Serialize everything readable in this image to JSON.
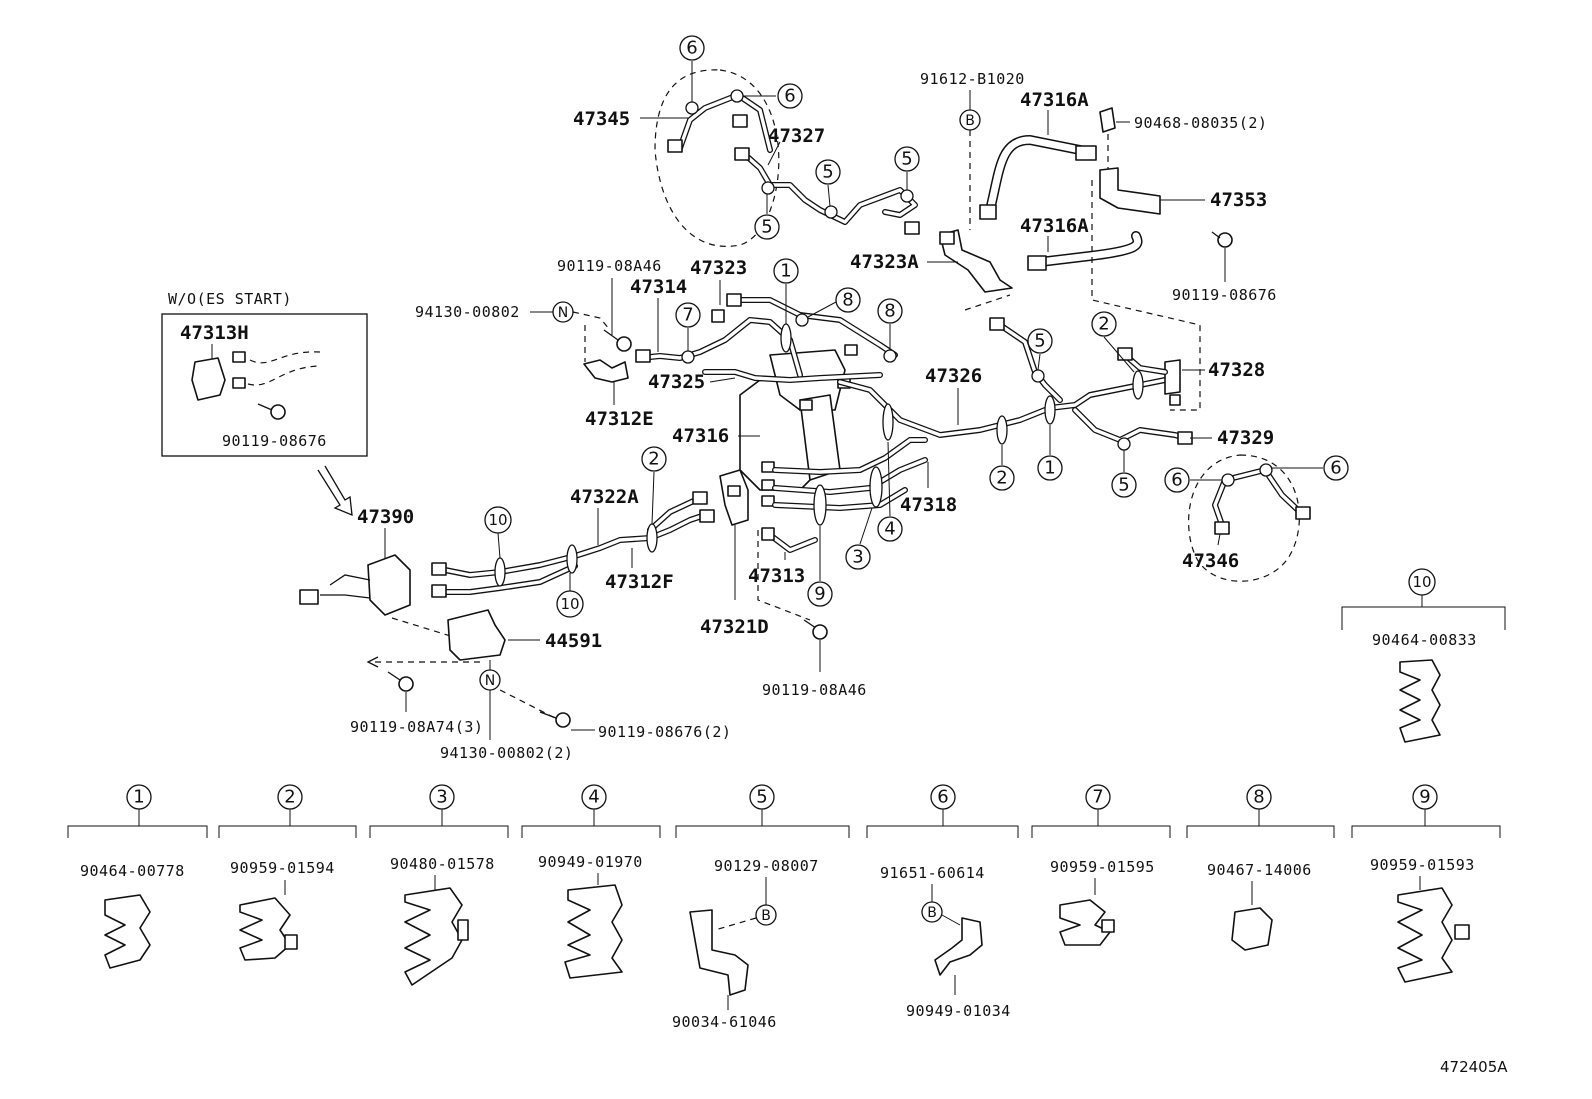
{
  "labels": {
    "p47345": "47345",
    "p47327": "47327",
    "p91612": "91612-B1020",
    "p47316a1": "47316A",
    "p90468": "90468-08035(2)",
    "p47353": "47353",
    "p47323a": "47323A",
    "p47316a2": "47316A",
    "p90119_08676_r": "90119-08676",
    "p90119_08a46_t": "90119-08A46",
    "p47323": "47323",
    "p47314": "47314",
    "p94130": "94130-00802",
    "p47325": "47325",
    "p47312e": "47312E",
    "p47326": "47326",
    "p47328": "47328",
    "p47316": "47316",
    "p47329": "47329",
    "p47318": "47318",
    "p47322a": "47322A",
    "p47312f": "47312F",
    "p47390": "47390",
    "p47313": "47313",
    "p47321d": "47321D",
    "p47346": "47346",
    "p44591": "44591",
    "p90119_08a46_b": "90119-08A46",
    "p90119_08a74": "90119-08A74(3)",
    "p90119_08676_2": "90119-08676(2)",
    "p94130_2": "94130-00802(2)",
    "inset_title": "W/O(ES START)",
    "inset_part": "47313H",
    "inset_bolt": "90119-08676",
    "b_marker": "B",
    "n_marker": "N",
    "diagram_id": "472405A"
  },
  "legend": [
    {
      "num": "1",
      "part": "90464-00778"
    },
    {
      "num": "2",
      "part": "90959-01594"
    },
    {
      "num": "3",
      "part": "90480-01578"
    },
    {
      "num": "4",
      "part": "90949-01970"
    },
    {
      "num": "5",
      "part": "90129-08007",
      "extra": "90034-61046"
    },
    {
      "num": "6",
      "part": "91651-60614",
      "extra": "90949-01034"
    },
    {
      "num": "7",
      "part": "90959-01595"
    },
    {
      "num": "8",
      "part": "90467-14006"
    },
    {
      "num": "9",
      "part": "90959-01593"
    },
    {
      "num": "10",
      "part": "90464-00833"
    }
  ]
}
